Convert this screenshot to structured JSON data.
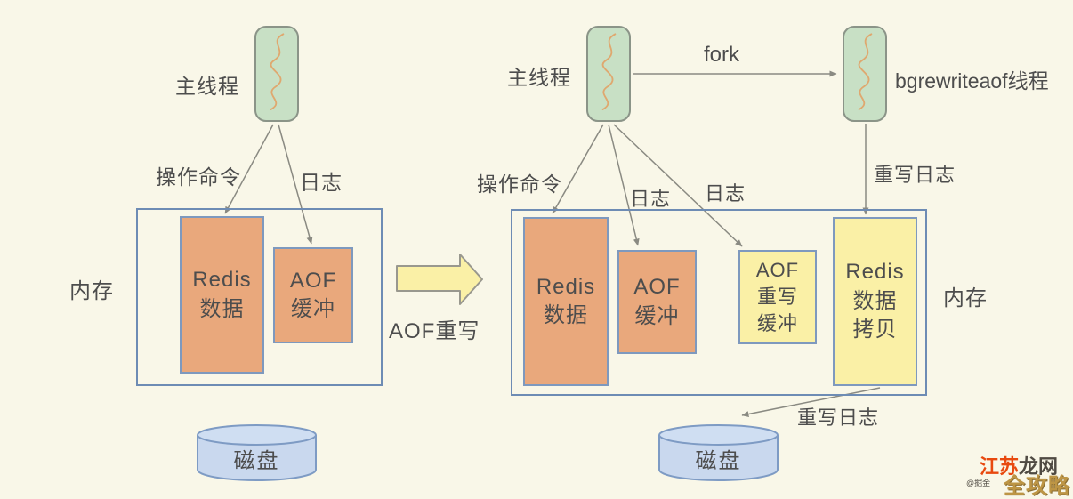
{
  "colors": {
    "background": "#F9F7E8",
    "thread_fill": "#C8E0C5",
    "thread_border": "#8B9488",
    "thread_squiggle": "#DFA86F",
    "orange_box_fill": "#E9A87C",
    "yellow_box_fill": "#FAF0A6",
    "inner_box_border": "#7E99BE",
    "memory_box_border": "#6E8CB4",
    "disk_fill": "#C9D8EE",
    "disk_border": "#7E9BC4",
    "arrow_stroke": "#8A8A82",
    "text": "#4D4D4D",
    "block_arrow_fill": "#FAF0A6",
    "watermark_red": "#E8490F",
    "watermark_gold": "#BD9545"
  },
  "left": {
    "thread_label": "主线程",
    "cmd_arrow_label": "操作命令",
    "log_arrow_label": "日志",
    "memory_label": "内存",
    "redis_data_label": "Redis\n数据",
    "aof_buffer_label": "AOF\n缓冲",
    "disk_label": "磁盘"
  },
  "center": {
    "rewrite_arrow_label": "AOF重写"
  },
  "right": {
    "thread_label": "主线程",
    "fork_label": "fork",
    "bgrewrite_thread_label": "bgrewriteaof线程",
    "cmd_arrow_label": "操作命令",
    "log_arrow_label_1": "日志",
    "log_arrow_label_2": "日志",
    "rewrite_log_label_top": "重写日志",
    "memory_label": "内存",
    "redis_data_label": "Redis\n数据",
    "aof_buffer_label": "AOF\n缓冲",
    "aof_rewrite_buffer_label": "AOF\n重写\n缓冲",
    "redis_copy_label": "Redis\n数据\n拷贝",
    "rewrite_log_label_bottom": "重写日志",
    "disk_label": "磁盘"
  },
  "watermark": {
    "brand_part1": "江苏",
    "brand_part2": "龙网",
    "badge": "全攻略",
    "handle": "@掘金"
  }
}
